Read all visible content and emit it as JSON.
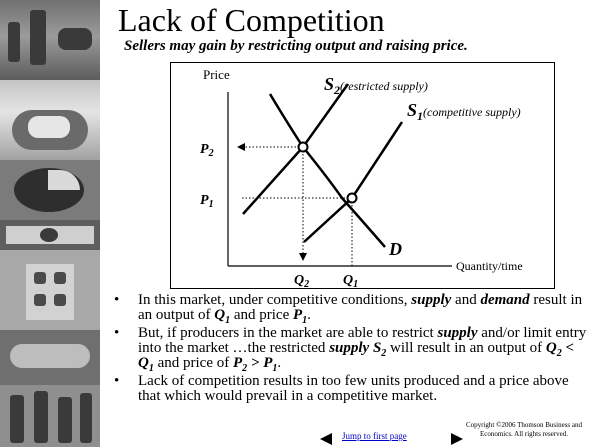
{
  "slide": {
    "title": "Lack of Competition",
    "subtitle": "Sellers may gain by restricting output and raising price."
  },
  "diagram": {
    "y_axis_label": "Price",
    "x_axis_label": "Quantity/time",
    "s2_label": "S",
    "s2_sub": "2",
    "s2_note": "(restricted supply)",
    "s1_label": "S",
    "s1_sub": "1",
    "s1_note": "(competitive supply)",
    "d_label": "D",
    "p2_label": "P",
    "p2_sub": "2",
    "p1_label": "P",
    "p1_sub": "1",
    "q2_label": "Q",
    "q2_sub": "2",
    "q1_label": "Q",
    "q1_sub": "1"
  },
  "bullets": {
    "b1": {
      "t1": "In this market, under competitive conditions, ",
      "e1": "supply",
      "t2": " and ",
      "e2": "demand",
      "t3": " result in an output of ",
      "e3": "Q",
      "s3": "1",
      "t4": " and price ",
      "e4": "P",
      "s4": "1",
      "t5": "."
    },
    "b2": {
      "t1": "But, if producers in the market are able to restrict ",
      "e1": "supply",
      "t2": " and/or limit entry into the market …the restricted ",
      "e2": "supply S",
      "s2": "2",
      "t3": " will result in an output of ",
      "e3": "Q",
      "s3": "2",
      "t4": " < ",
      "e4": "Q",
      "s4": "1",
      "t5": " and price of ",
      "e5": "P",
      "s5": "2",
      "t6": " > ",
      "e6": "P",
      "s6": "1",
      "t7": "."
    },
    "b3": "Lack of competition results in too few units produced and a price above that which would prevail in a competitive market."
  },
  "footer": {
    "nav_link": "Jump to first page",
    "copyright": "Copyright ©2006  Thomson Business and Economics. All rights reserved."
  },
  "icons": {
    "prev": "arrow-left-icon",
    "next": "arrow-right-icon"
  }
}
